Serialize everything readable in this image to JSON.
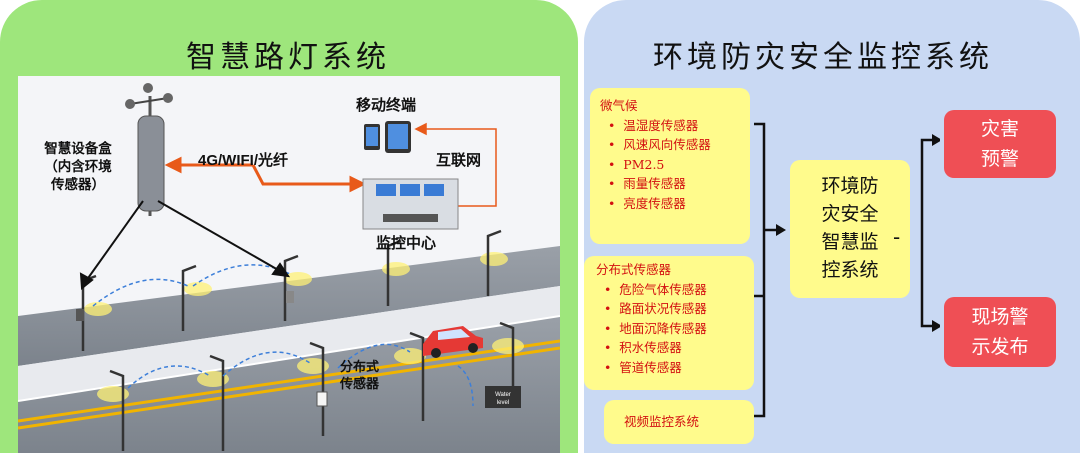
{
  "left_panel": {
    "title": "智慧路灯系统",
    "device_box": [
      "智慧设备盒",
      "（内含环境",
      "传感器）"
    ],
    "mobile_terminal": "移动终端",
    "link_label": "4G/WIFI/光纤",
    "internet": "互联网",
    "monitor_center": "监控中心",
    "distributed_sensor": [
      "分布式",
      "传感器"
    ],
    "sign_text": [
      "Water",
      "level"
    ]
  },
  "right_panel": {
    "title": "环境防灾安全监控系统",
    "group_micro": {
      "heading": "微气候",
      "items": [
        "温湿度传感器",
        "风速风向传感器",
        "PM2.5",
        "雨量传感器",
        "亮度传感器"
      ]
    },
    "group_distributed": {
      "heading": "分布式传感器",
      "items": [
        "危险气体传感器",
        "路面状况传感器",
        "地面沉降传感器",
        "积水传感器",
        "管道传感器"
      ]
    },
    "video_system": "视频监控系统",
    "center_system": [
      "环境防",
      "灾安全",
      "智慧监",
      "控系统"
    ],
    "center_dash": "-",
    "output_disaster": [
      "灾害",
      "预警"
    ],
    "output_onsite": [
      "现场警",
      "示发布"
    ],
    "colors": {
      "box": "#fffb8c",
      "alert": "#ef4f55",
      "text_red": "#d31010"
    }
  }
}
